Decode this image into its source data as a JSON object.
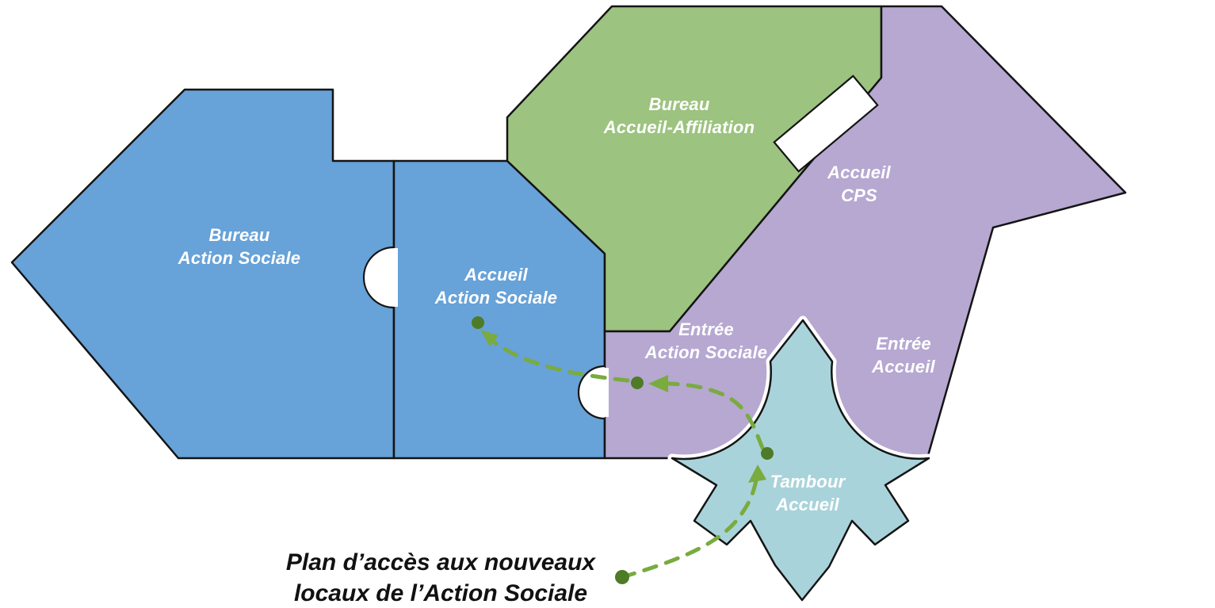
{
  "caption": {
    "text": "Plan d’accès aux nouveaux\nlocaux de l’Action Sociale"
  },
  "rooms": {
    "bureau_action_sociale": {
      "label": "Bureau\nAction Sociale"
    },
    "accueil_action_sociale": {
      "label": "Accueil\nAction Sociale"
    },
    "bureau_accueil_affiliation": {
      "label": "Bureau\nAccueil-Affiliation"
    },
    "accueil_cps": {
      "label": "Accueil\nCPS"
    },
    "entree_action_sociale": {
      "label": "Entrée\nAction Sociale"
    },
    "entree_accueil": {
      "label": "Entrée\nAccueil"
    },
    "tambour_accueil": {
      "label": "Tambour\nAccueil"
    }
  },
  "colors": {
    "blue": "#67a2d8",
    "green": "#9cc37f",
    "purple": "#b6a8d1",
    "teal": "#a9d3da",
    "route": "#79ab3f",
    "route_dot": "#4e7b27",
    "door": "#ffffff",
    "outline": "#141414",
    "label_text": "#ffffff",
    "caption_text": "#111111"
  },
  "route": {
    "stops": [
      "Tambour Accueil",
      "Entrée Action Sociale",
      "Accueil Action Sociale"
    ]
  }
}
